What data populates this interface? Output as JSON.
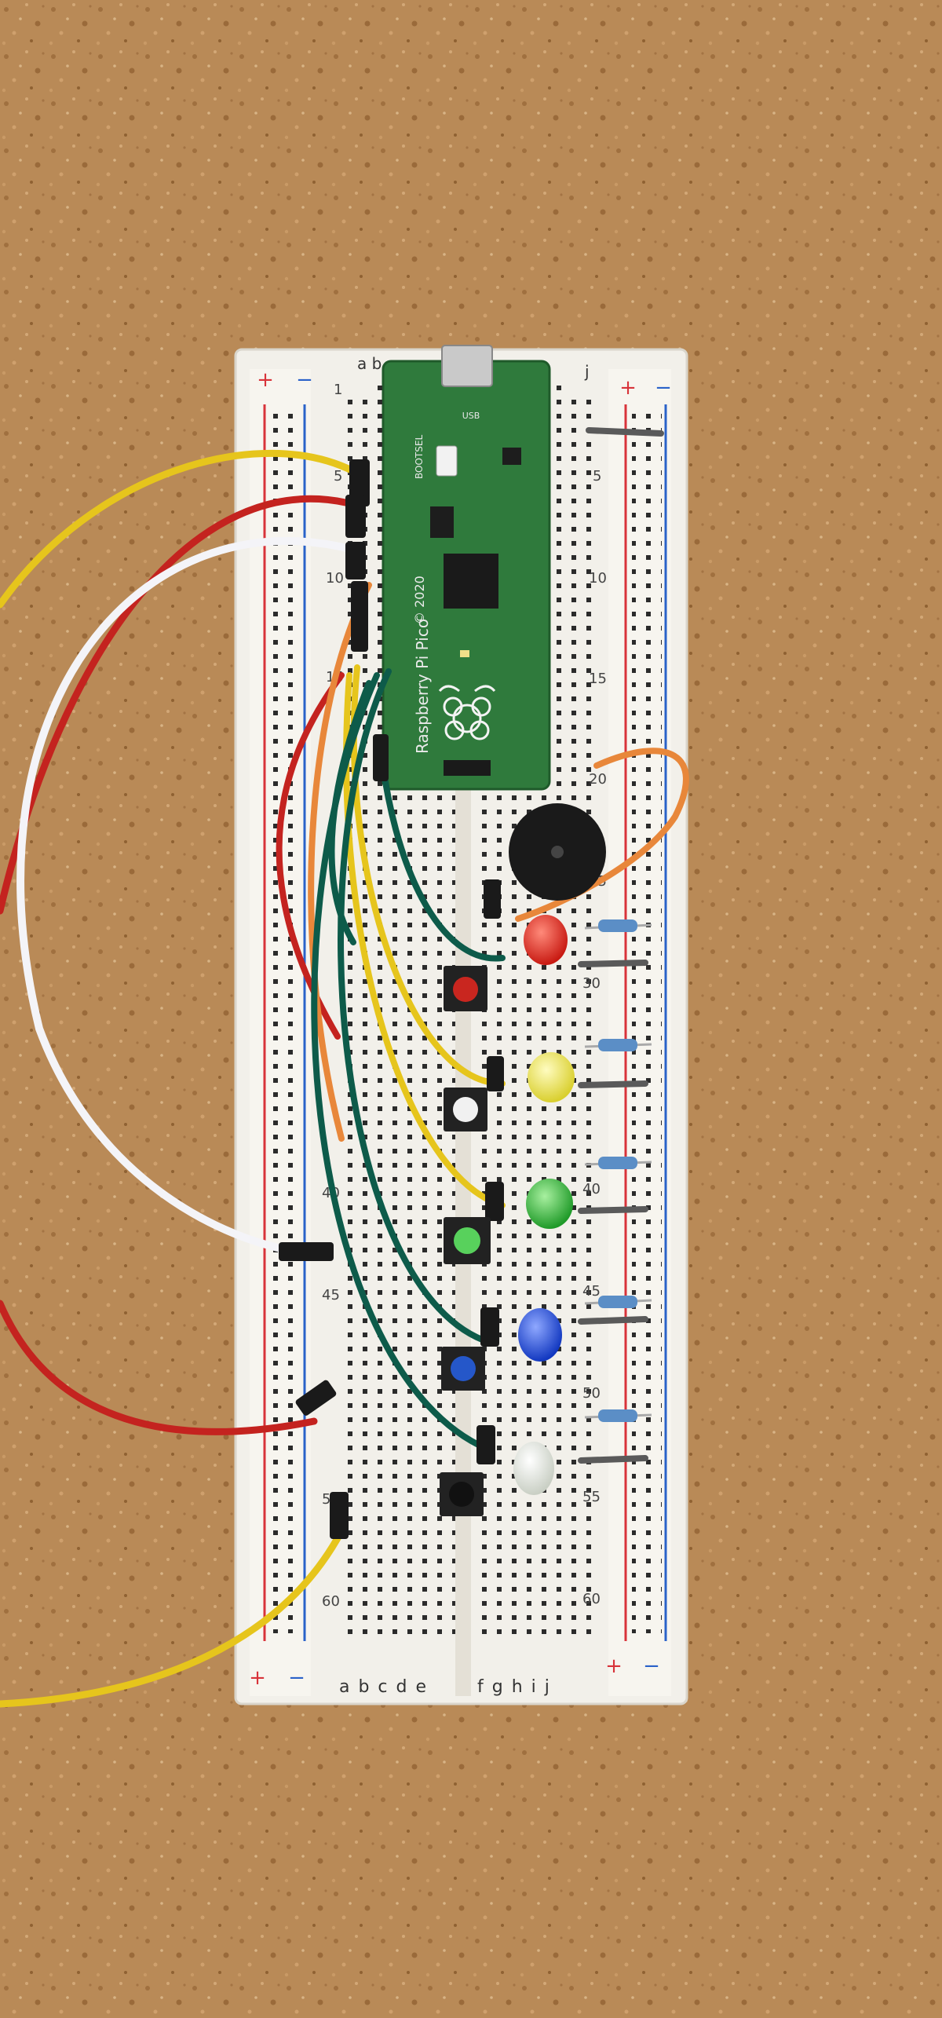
{
  "scene": {
    "description_free": true,
    "colors": {
      "cork": "#b98a57",
      "breadboard": "#f2f0ea",
      "pico_board": "#2f7a3c",
      "rail_red": "#d8333a",
      "rail_blue": "#2a62c9",
      "wire_yellow": "#e6c51c",
      "wire_red": "#c4231f",
      "wire_white": "#f4f4f8",
      "wire_orange": "#e8873a",
      "wire_green": "#0d5b4a",
      "led_red": "#d8241c",
      "led_yellow": "#efe64a",
      "led_green": "#36b53a",
      "led_blue": "#1c4cd0",
      "led_white": "#e9ede6",
      "buzzer": "#1a1a1a"
    }
  },
  "breadboard": {
    "rail_plus": "+",
    "rail_minus": "−",
    "columns_top_left": "a b",
    "column_top_right": "j",
    "columns_bottom_left": "a b c d e",
    "columns_bottom_right": "f g h i j",
    "row_numbers_left": [
      "1",
      "5",
      "10",
      "15",
      "40",
      "45",
      "55",
      "60"
    ],
    "row_numbers_right": [
      "5",
      "10",
      "15",
      "20",
      "25",
      "30",
      "40",
      "45",
      "50",
      "55",
      "60"
    ]
  },
  "pico": {
    "logo_text": "Raspberry Pi Pico",
    "copyright": "© 2020",
    "bootsel": "BOOTSEL",
    "usb": "USB"
  },
  "components": {
    "led_colors": [
      "red",
      "yellow",
      "green",
      "blue",
      "white"
    ],
    "button_cap_colors": [
      "red",
      "white",
      "green",
      "blue",
      "black"
    ]
  }
}
